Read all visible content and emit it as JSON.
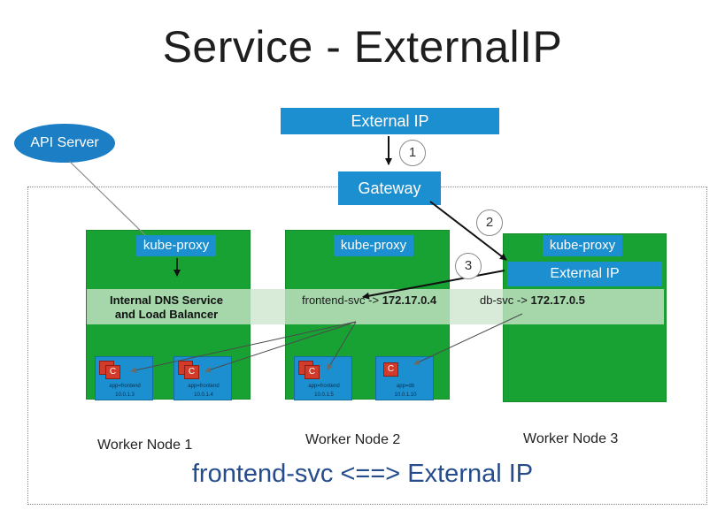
{
  "title": "Service - ExternalIP",
  "external_ip_top": "External IP",
  "gateway": "Gateway",
  "api_server": "API Server",
  "nodes": [
    {
      "kube_proxy": "kube-proxy",
      "worker_label": "Worker Node 1"
    },
    {
      "kube_proxy": "kube-proxy",
      "worker_label": "Worker Node 2"
    },
    {
      "kube_proxy": "kube-proxy",
      "worker_label": "Worker Node 3",
      "external_ip": "External IP"
    }
  ],
  "dns_label_line1": "Internal DNS Service",
  "dns_label_line2": "and Load Balancer",
  "frontend_svc": {
    "name": "frontend-svc ->",
    "ip": "172.17.0.4"
  },
  "db_svc": {
    "name": "db-svc ->",
    "ip": "172.17.0.5"
  },
  "pods": [
    {
      "container": "C",
      "label": "app=frontend",
      "ip": "10.0.1.3"
    },
    {
      "container": "C",
      "label": "app=frontend",
      "ip": "10.0.1.4"
    },
    {
      "container": "C",
      "label": "app=frontend",
      "ip": "10.0.1.5"
    },
    {
      "container": "C",
      "label": "app=db",
      "ip": "10.0.1.10"
    }
  ],
  "steps": [
    "1",
    "2",
    "3"
  ],
  "bottom_caption": "frontend-svc <==> External IP",
  "colors": {
    "node_green": "#19a234",
    "box_blue": "#1c8fd0",
    "container_red": "#d23a2a",
    "caption_blue": "#254c8c"
  }
}
